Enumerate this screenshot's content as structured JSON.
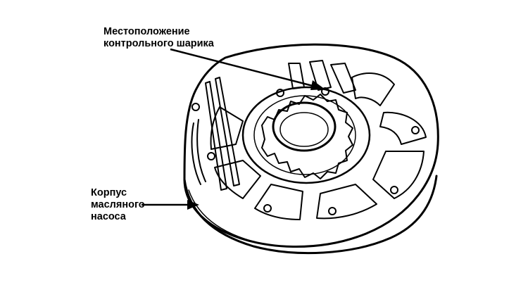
{
  "labels": {
    "ball_location": {
      "line1": "Местоположение",
      "line2": "контрольного шарика"
    },
    "pump_body": {
      "line1": "Корпус",
      "line2": "масляного",
      "line3": "насоса"
    }
  },
  "colors": {
    "ink": "#000000",
    "background": "#ffffff"
  }
}
